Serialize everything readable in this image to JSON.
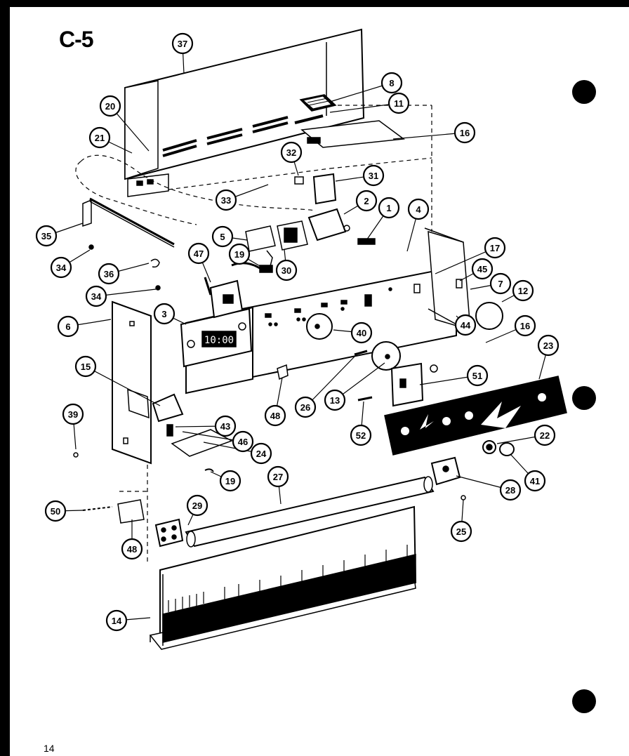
{
  "title": "C-5",
  "page_number": "14",
  "callouts": [
    {
      "id": "c37",
      "label": "37"
    },
    {
      "id": "c8",
      "label": "8"
    },
    {
      "id": "c11",
      "label": "11"
    },
    {
      "id": "c16a",
      "label": "16"
    },
    {
      "id": "c20",
      "label": "20"
    },
    {
      "id": "c21",
      "label": "21"
    },
    {
      "id": "c32",
      "label": "32"
    },
    {
      "id": "c31",
      "label": "31"
    },
    {
      "id": "c33",
      "label": "33"
    },
    {
      "id": "c2",
      "label": "2"
    },
    {
      "id": "c1",
      "label": "1"
    },
    {
      "id": "c4",
      "label": "4"
    },
    {
      "id": "c35",
      "label": "35"
    },
    {
      "id": "c5",
      "label": "5"
    },
    {
      "id": "c19a",
      "label": "19"
    },
    {
      "id": "c47",
      "label": "47"
    },
    {
      "id": "c30",
      "label": "30"
    },
    {
      "id": "c17",
      "label": "17"
    },
    {
      "id": "c45",
      "label": "45"
    },
    {
      "id": "c34a",
      "label": "34"
    },
    {
      "id": "c36",
      "label": "36"
    },
    {
      "id": "c7",
      "label": "7"
    },
    {
      "id": "c12",
      "label": "12"
    },
    {
      "id": "c34b",
      "label": "34"
    },
    {
      "id": "c3",
      "label": "3"
    },
    {
      "id": "c6",
      "label": "6"
    },
    {
      "id": "c40",
      "label": "40"
    },
    {
      "id": "c44",
      "label": "44"
    },
    {
      "id": "c16b",
      "label": "16"
    },
    {
      "id": "c23",
      "label": "23"
    },
    {
      "id": "c15",
      "label": "15"
    },
    {
      "id": "c51",
      "label": "51"
    },
    {
      "id": "c26",
      "label": "26"
    },
    {
      "id": "c13",
      "label": "13"
    },
    {
      "id": "c48a",
      "label": "48"
    },
    {
      "id": "c39",
      "label": "39"
    },
    {
      "id": "c43",
      "label": "43"
    },
    {
      "id": "c46",
      "label": "46"
    },
    {
      "id": "c52",
      "label": "52"
    },
    {
      "id": "c24",
      "label": "24"
    },
    {
      "id": "c22",
      "label": "22"
    },
    {
      "id": "c19b",
      "label": "19"
    },
    {
      "id": "c27",
      "label": "27"
    },
    {
      "id": "c41",
      "label": "41"
    },
    {
      "id": "c28",
      "label": "28"
    },
    {
      "id": "c29",
      "label": "29"
    },
    {
      "id": "c50",
      "label": "50"
    },
    {
      "id": "c25",
      "label": "25"
    },
    {
      "id": "c48b",
      "label": "48"
    },
    {
      "id": "c14",
      "label": "14"
    }
  ],
  "timer_display": "10:00"
}
